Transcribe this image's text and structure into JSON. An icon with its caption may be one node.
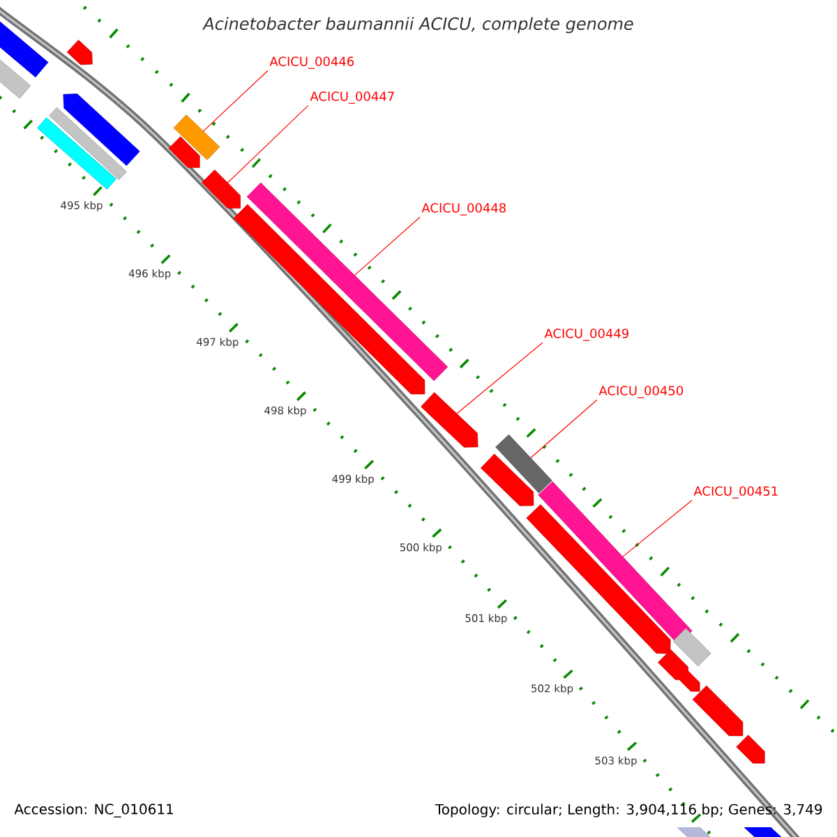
{
  "diagram": {
    "title": "Acinetobacter baumannii ACICU, complete genome",
    "nodes": [
      {
        "text": [
          "ACICU_00446"
        ]
      },
      {
        "text": [
          "ACICU_00447"
        ]
      },
      {
        "text": [
          "ACICU_00448"
        ]
      },
      {
        "text": [
          "ACICU_00449"
        ]
      },
      {
        "text": [
          "ACICU_00450"
        ]
      },
      {
        "text": [
          "ACICU_00451"
        ]
      },
      {
        "text": [],
        "shape": "bar"
      },
      {
        "text": [],
        "shape": "arrow"
      },
      {
        "text": [],
        "shape": "bar"
      },
      {
        "text": [],
        "shape": "arrow"
      },
      {
        "text": [],
        "shape": "bar"
      },
      {
        "text": [],
        "shape": "bar"
      },
      {
        "text": [],
        "shape": "arrow"
      },
      {
        "text": [],
        "shape": "bar"
      },
      {
        "text": [],
        "shape": "arrow"
      },
      {
        "text": [],
        "shape": "bar"
      },
      {
        "text": [],
        "shape": "arrow"
      },
      {
        "text": [],
        "shape": "arrow"
      },
      {
        "text": [],
        "shape": "bar"
      },
      {
        "text": [],
        "shape": "arrow"
      },
      {
        "text": [],
        "shape": "bar"
      },
      {
        "text": [],
        "shape": "arrow"
      },
      {
        "text": [],
        "shape": "bar"
      },
      {
        "text": [],
        "shape": "arrow"
      },
      {
        "text": [],
        "shape": "arrow"
      },
      {
        "text": [],
        "shape": "arrow"
      },
      {
        "text": [],
        "shape": "arrow"
      },
      {
        "text": [],
        "shape": "arrow"
      },
      {
        "text": [],
        "shape": "bar"
      }
    ],
    "edges": [
      {
        "from": 0,
        "to": 10,
        "arrow": "none"
      },
      {
        "from": 1,
        "to": 14,
        "arrow": "none"
      },
      {
        "from": 2,
        "to": 15,
        "arrow": "none"
      },
      {
        "from": 3,
        "to": 17,
        "arrow": "none"
      },
      {
        "from": 4,
        "to": 18,
        "arrow": "none"
      },
      {
        "from": 5,
        "to": 20,
        "arrow": "none"
      }
    ],
    "labels": [
      "495 kbp",
      "496 kbp",
      "497 kbp",
      "498 kbp",
      "499 kbp",
      "500 kbp",
      "501 kbp",
      "502 kbp",
      "503 kbp",
      "Accession: NC_010611",
      "Topology: circular; Length: 3,904,116 bp; Genes: 3,749"
    ]
  }
}
